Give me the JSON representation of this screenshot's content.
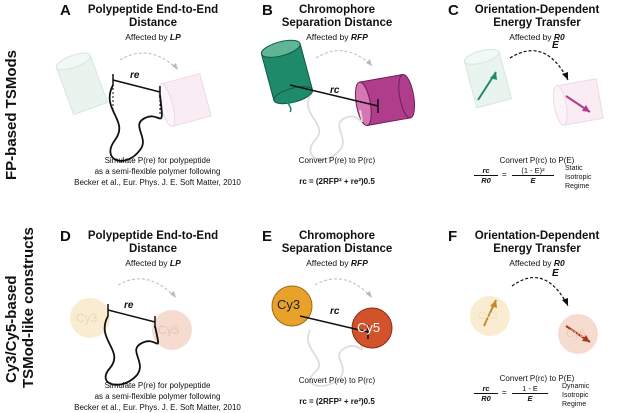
{
  "row_labels": {
    "top": "FP-based TSMods",
    "bottom_line1": "Cy3/Cy5-based",
    "bottom_line2": "TSMod-like constructs"
  },
  "panels": {
    "A": {
      "letter": "A",
      "title1": "Polypeptide End-to-End",
      "title2": "Distance",
      "affected_prefix": "Affected by ",
      "affected_var": "LP",
      "line1": "Simulate P(re) for polypeptide",
      "line2": "as a semi-flexible polymer following",
      "line3": "Becker et al., Eur. Phys. J. E. Soft Matter, 2010",
      "re_label": "re"
    },
    "B": {
      "letter": "B",
      "title1": "Chromophore",
      "title2": "Separation Distance",
      "affected_prefix": "Affected by ",
      "affected_var": "RFP",
      "convert": "Convert P(re) to P(rc)",
      "equation": "rc = (2RFP² + re²)0.5",
      "rc_label": "rc"
    },
    "C": {
      "letter": "C",
      "title1": "Orientation-Dependent",
      "title2": "Energy Transfer",
      "affected_prefix": "Affected by ",
      "affected_var": "R0",
      "convert": "Convert P(rc) to P(E)",
      "lhs_num": "rc",
      "lhs_den": "R0",
      "rhs_num": "(1 - E)²",
      "rhs_den": "E",
      "regime": [
        "Static",
        "Isotropic",
        "Regime"
      ],
      "e_label": "E"
    },
    "D": {
      "letter": "D",
      "title1": "Polypeptide End-to-End",
      "title2": "Distance",
      "affected_prefix": "Affected by ",
      "affected_var": "LP",
      "line1": "Simulate P(re) for polypeptide",
      "line2": "as a semi-flexible polymer following",
      "line3": "Becker et al., Eur. Phys. J. E. Soft Matter, 2010",
      "re_label": "re",
      "cy3": "Cy3",
      "cy5": "Cy5"
    },
    "E": {
      "letter": "E",
      "title1": "Chromophore",
      "title2": "Separation Distance",
      "affected_prefix": "Affected by ",
      "affected_var": "RFP",
      "convert": "Convert P(re) to P(rc)",
      "equation": "rc = (2RFP² + re²)0.5",
      "rc_label": "rc",
      "cy3": "Cy3",
      "cy5": "Cy5"
    },
    "F": {
      "letter": "F",
      "title1": "Orientation-Dependent",
      "title2": "Energy Transfer",
      "affected_prefix": "Affected by ",
      "affected_var": "R0",
      "convert": "Convert P(rc) to P(E)",
      "lhs_num": "rc",
      "lhs_den": "R0",
      "rhs_num": "1 - E",
      "rhs_den": "E",
      "regime": [
        "Dynamic",
        "Isotropic",
        "Regime"
      ],
      "e_label": "E",
      "cy3": "Cy3",
      "cy5": "Cy5"
    }
  },
  "colors": {
    "teal": "#1f8a6a",
    "teal_light": "#cfe8de",
    "magenta": "#b03c8c",
    "magenta_light": "#f1d6e6",
    "cy3": "#e8a22a",
    "cy3_light": "#f7e7c4",
    "cy5": "#d2522a",
    "cy5_light": "#f4d3c4"
  }
}
